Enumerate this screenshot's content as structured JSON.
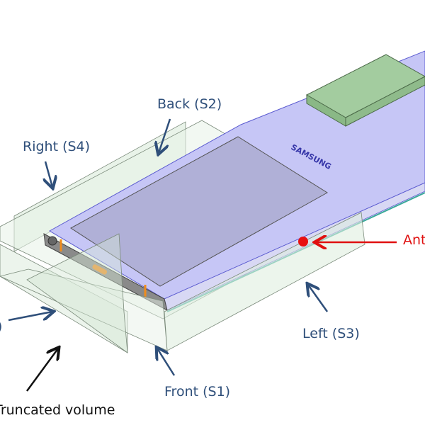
{
  "labels": {
    "back": "Back (S2)",
    "right": "Right (S4)",
    "left": "Left (S3)",
    "front": "Front (S1)",
    "bottom_partial": ")",
    "truncated": "Truncated volume",
    "antenna": "Antenna"
  },
  "logo_text": "SAMSUNG",
  "colors": {
    "label_blue": "#2f4f7a",
    "antenna_red": "#e01010",
    "phone_body": "#c4c4f4",
    "plane_green": "#dfeee0",
    "box_green": "#9cc89a"
  }
}
